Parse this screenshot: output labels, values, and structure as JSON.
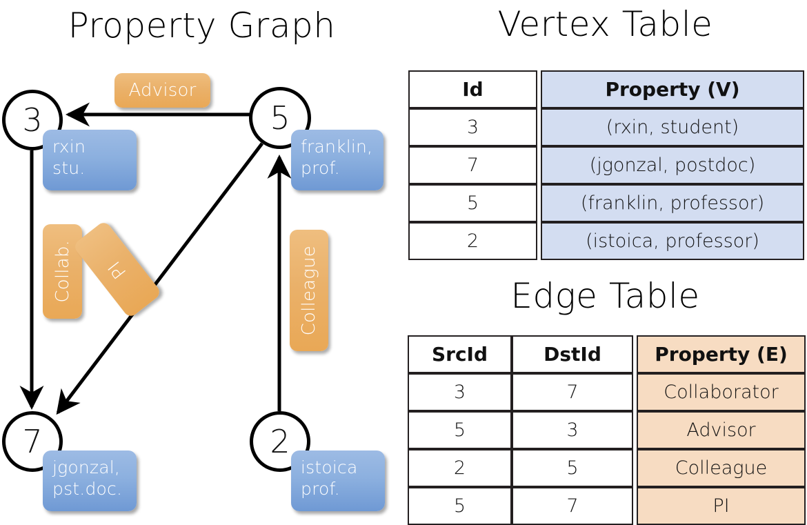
{
  "sections": {
    "graph_title": "Property Graph",
    "vertex_title": "Vertex Table",
    "edge_title": "Edge Table"
  },
  "graph": {
    "nodes": [
      {
        "id": "3",
        "label": "3",
        "property_line1": "rxin",
        "property_line2": "stu."
      },
      {
        "id": "5",
        "label": "5",
        "property_line1": "franklin,",
        "property_line2": "prof."
      },
      {
        "id": "7",
        "label": "7",
        "property_line1": "jgonzal,",
        "property_line2": "pst.doc."
      },
      {
        "id": "2",
        "label": "2",
        "property_line1": "istoica",
        "property_line2": "prof."
      }
    ],
    "edge_labels": [
      {
        "name": "advisor",
        "text": "Advisor"
      },
      {
        "name": "collab",
        "text": "Collab."
      },
      {
        "name": "pi",
        "text": "PI"
      },
      {
        "name": "colleague",
        "text": "Colleague"
      }
    ]
  },
  "vertex_table": {
    "headers": [
      "Id",
      "Property (V)"
    ],
    "rows": [
      [
        "3",
        "(rxin, student)"
      ],
      [
        "7",
        "(jgonzal, postdoc)"
      ],
      [
        "5",
        "(franklin, professor)"
      ],
      [
        "2",
        "(istoica, professor)"
      ]
    ]
  },
  "edge_table": {
    "headers": [
      "SrcId",
      "DstId",
      "Property (E)"
    ],
    "rows": [
      [
        "3",
        "7",
        "Collaborator"
      ],
      [
        "5",
        "3",
        "Advisor"
      ],
      [
        "2",
        "5",
        "Colleague"
      ],
      [
        "5",
        "7",
        "PI"
      ]
    ]
  },
  "colors": {
    "vertex_property_fill": "#d3ddf1",
    "edge_property_fill": "#f7dcc2",
    "node_box_blue": "#8cb0df",
    "edge_label_orange": "#eab16a",
    "stroke": "#000000"
  }
}
